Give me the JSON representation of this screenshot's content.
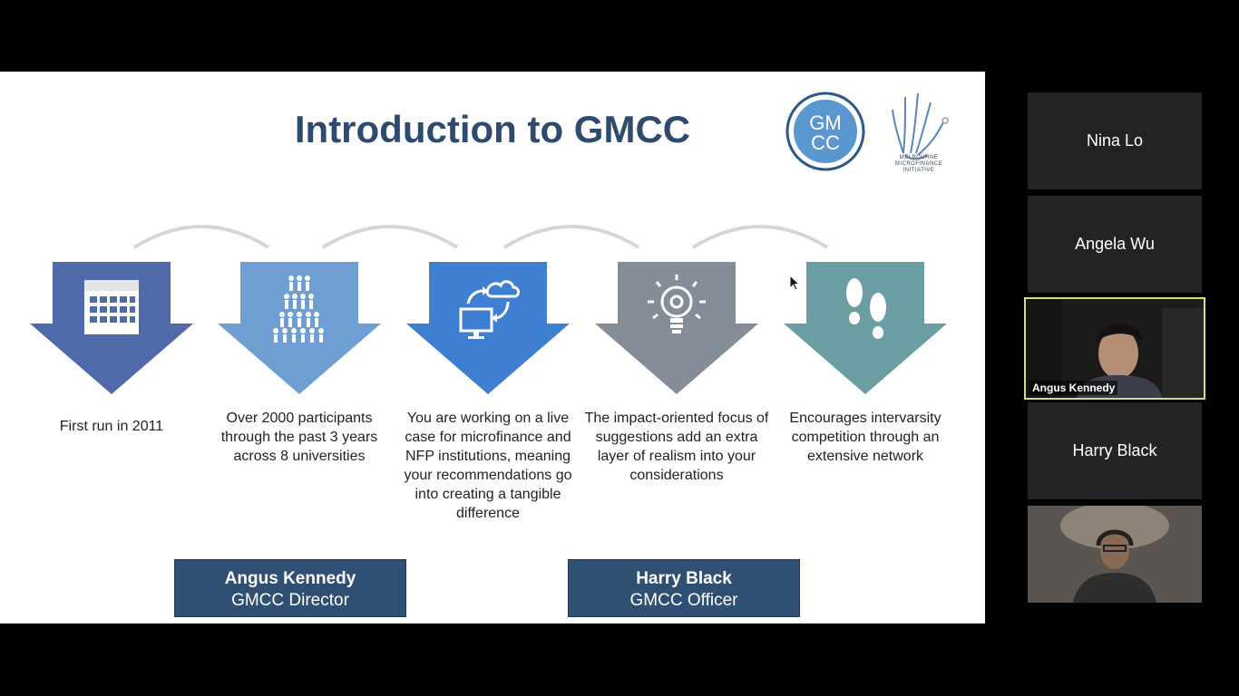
{
  "slide": {
    "title": "Introduction to GMCC",
    "logo_gmcc_text": "GMCC",
    "logo_gmcc_top": "GM",
    "logo_gmcc_bottom": "CC",
    "logo_mmi_text": "MELBOURNE MICROFINANCE INITIATIVE",
    "steps": [
      {
        "text": "First run in 2011",
        "color": "#4f6aa8",
        "icon": "calendar-icon"
      },
      {
        "text": "Over 2000 participants through the past 3 years across 8 universities",
        "color": "#6f9fd2",
        "icon": "people-pyramid-icon"
      },
      {
        "text": "You are working on a live case for microfinance and NFP institutions, meaning your recommendations go into creating a tangible difference",
        "color": "#3f7fd1",
        "icon": "cloud-computer-sync-icon"
      },
      {
        "text": "The impact-oriented focus of suggestions add an extra layer of realism into your considerations",
        "color": "#858d99",
        "icon": "lightbulb-gear-icon"
      },
      {
        "text": "Encourages intervarsity competition through an extensive network",
        "color": "#6a9ea3",
        "icon": "footprints-icon"
      }
    ],
    "presenters": [
      {
        "name": "Angus Kennedy",
        "role": "GMCC Director"
      },
      {
        "name": "Harry Black",
        "role": "GMCC Officer"
      }
    ]
  },
  "participants": [
    {
      "name": "Nina Lo",
      "video": false
    },
    {
      "name": "Angela Wu",
      "video": false
    },
    {
      "name": "Angus Kennedy",
      "video": true,
      "active_speaker": true
    },
    {
      "name": "Harry Black",
      "video": false
    },
    {
      "name": "",
      "video": true
    }
  ],
  "colors": {
    "title": "#2e4b6e",
    "name_box": "#2f4f73",
    "active_border": "#c9e27a",
    "tile_bg": "#232323"
  }
}
